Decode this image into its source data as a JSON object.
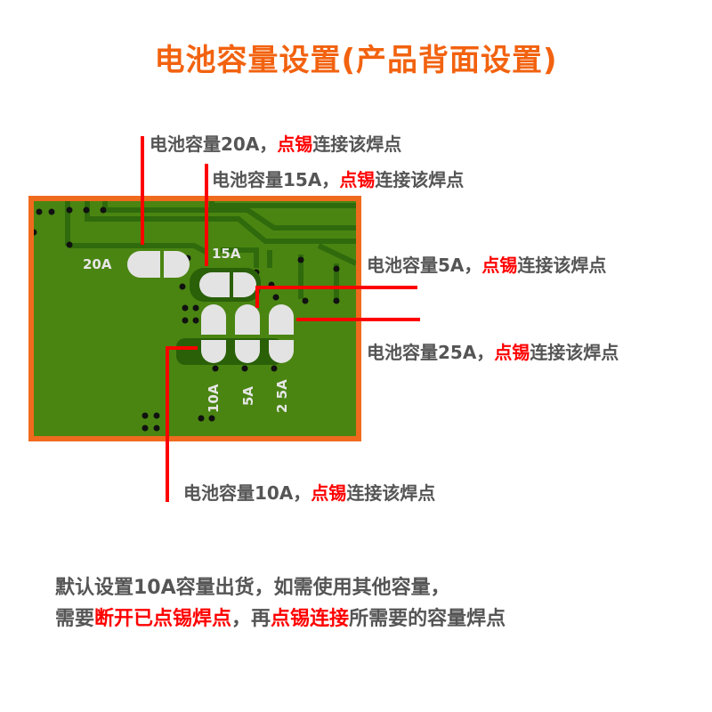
{
  "title": "电池容量设置(产品背面设置)",
  "pcb": {
    "pad_labels": [
      "20A",
      "15A",
      "10A",
      "5A",
      "2 5A"
    ],
    "colors": {
      "board": "#4a8512",
      "frame": "#f06a1e",
      "pad": "#e3e3e3",
      "trace": "#2f6b0c"
    }
  },
  "callouts": [
    {
      "prefix": "电池容量20A，",
      "highlight": "点锡",
      "suffix": "连接该焊点"
    },
    {
      "prefix": "电池容量15A，",
      "highlight": "点锡",
      "suffix": "连接该焊点"
    },
    {
      "prefix": "电池容量5A，",
      "highlight": "点锡",
      "suffix": "连接该焊点"
    },
    {
      "prefix": "电池容量25A，",
      "highlight": "点锡",
      "suffix": "连接该焊点"
    },
    {
      "prefix": "电池容量10A，",
      "highlight": "点锡",
      "suffix": "连接该焊点"
    }
  ],
  "note": {
    "line1": "默认设置10A容量出货，如需使用其他容量，",
    "line2": {
      "p1": "需要",
      "h1": "断开已点锡焊点",
      "p2": "，再",
      "h2": "点锡连接",
      "p3": "所需要的容量焊点"
    }
  },
  "colors": {
    "title": "#f2620f",
    "text": "#555555",
    "highlight": "#ff0000",
    "leader": "#ff0000"
  }
}
